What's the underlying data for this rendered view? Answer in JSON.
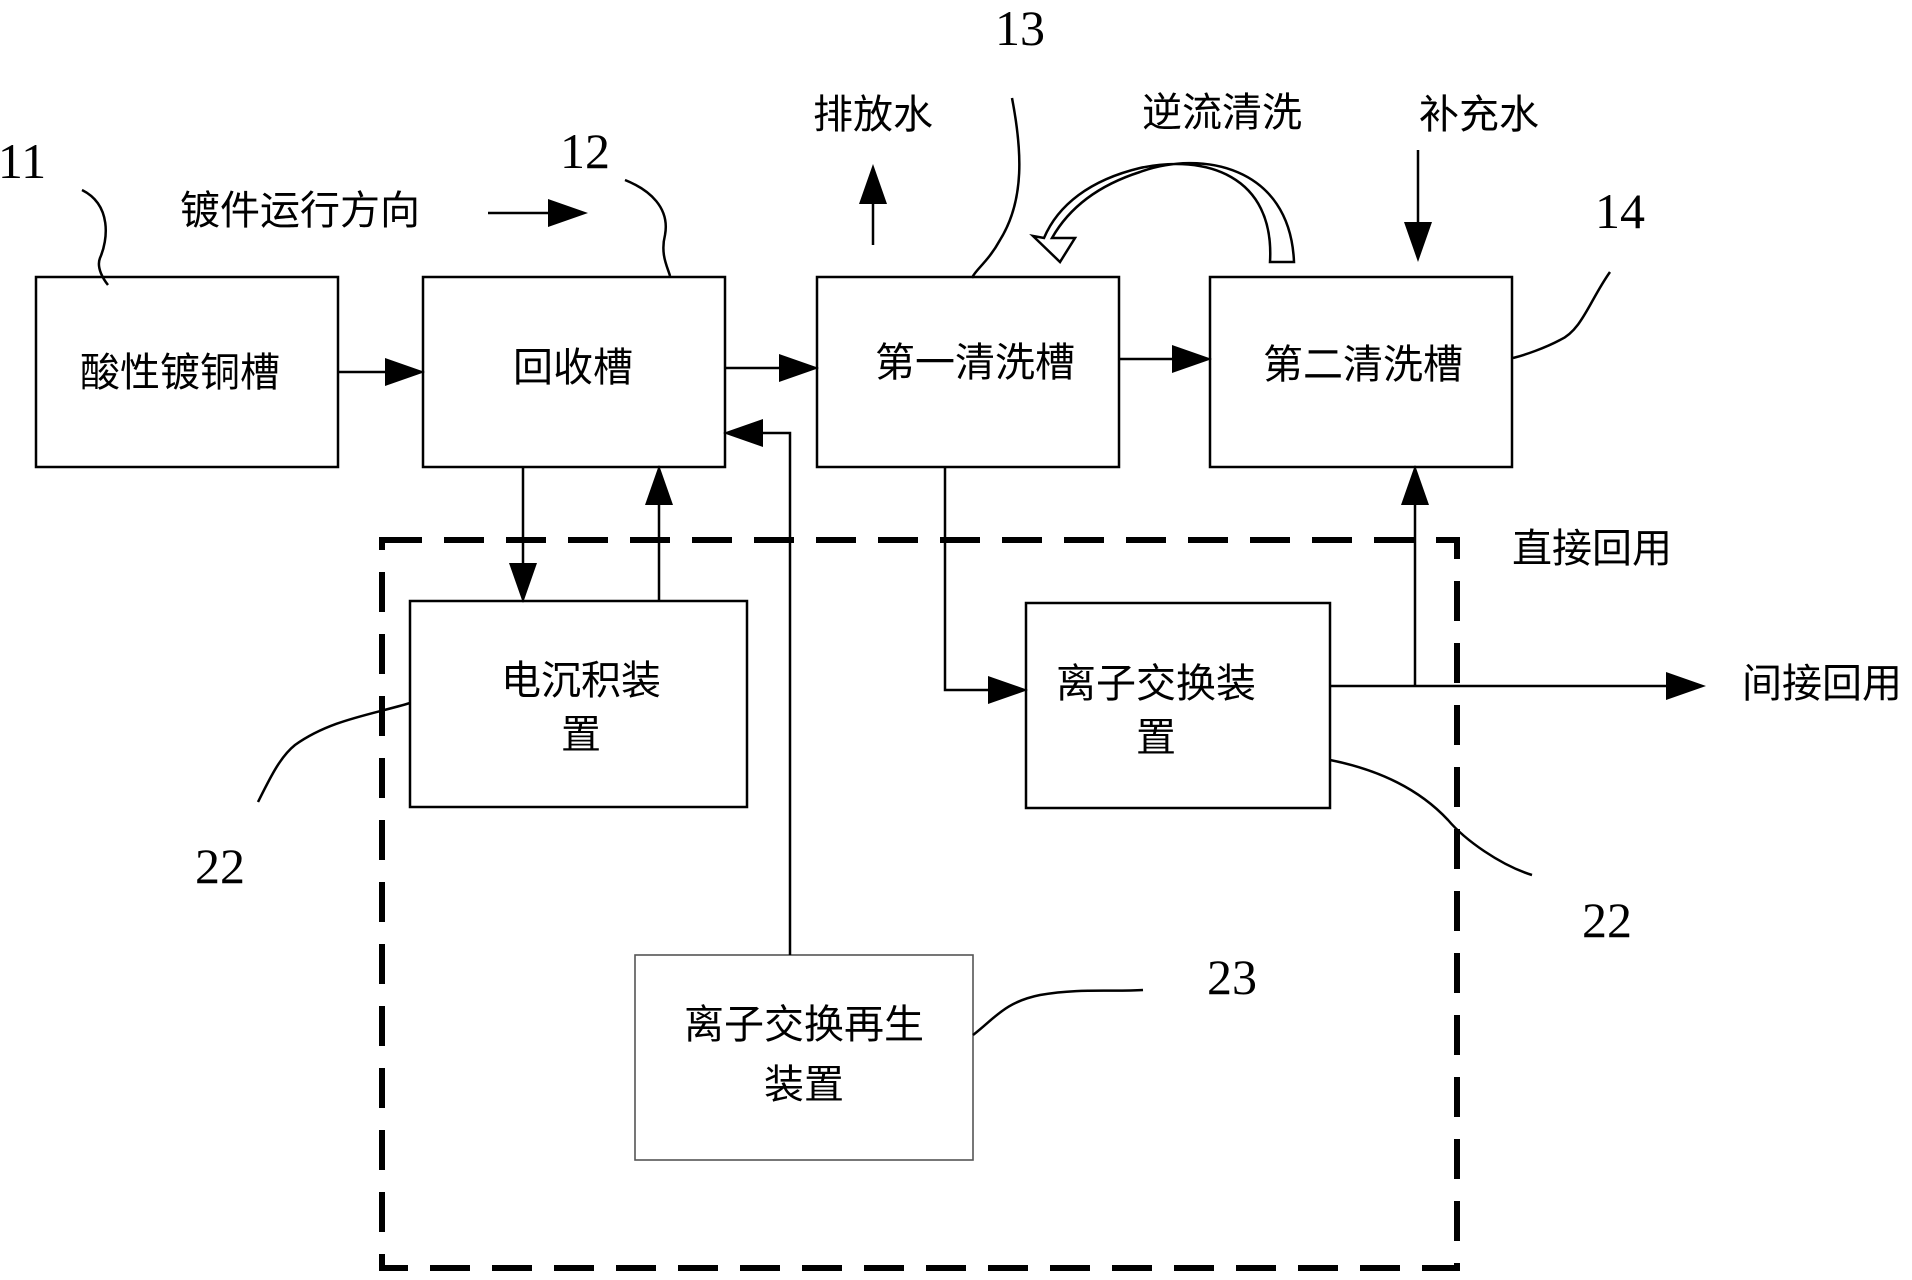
{
  "boxes": {
    "acid_copper_tank": "酸性镀铜槽",
    "recovery_tank": "回收槽",
    "first_rinse_tank": "第一清洗槽",
    "second_rinse_tank": "第二清洗槽",
    "electrodeposition_line1": "电沉积装",
    "electrodeposition_line2": "置",
    "ion_exchange_line1": "离子交换装",
    "ion_exchange_line2": "置",
    "ion_regen_line1": "离子交换再生",
    "ion_regen_line2": "装置"
  },
  "labels": {
    "workpiece_direction": "镀件运行方向",
    "discharge_water": "排放水",
    "countercurrent_rinse": "逆流清洗",
    "makeup_water": "补充水",
    "direct_reuse": "直接回用",
    "indirect_reuse": "间接回用"
  },
  "reference_numbers": {
    "n11": "11",
    "n12": "12",
    "n13": "13",
    "n14": "14",
    "n22_left": "22",
    "n22_right": "22",
    "n23": "23"
  }
}
